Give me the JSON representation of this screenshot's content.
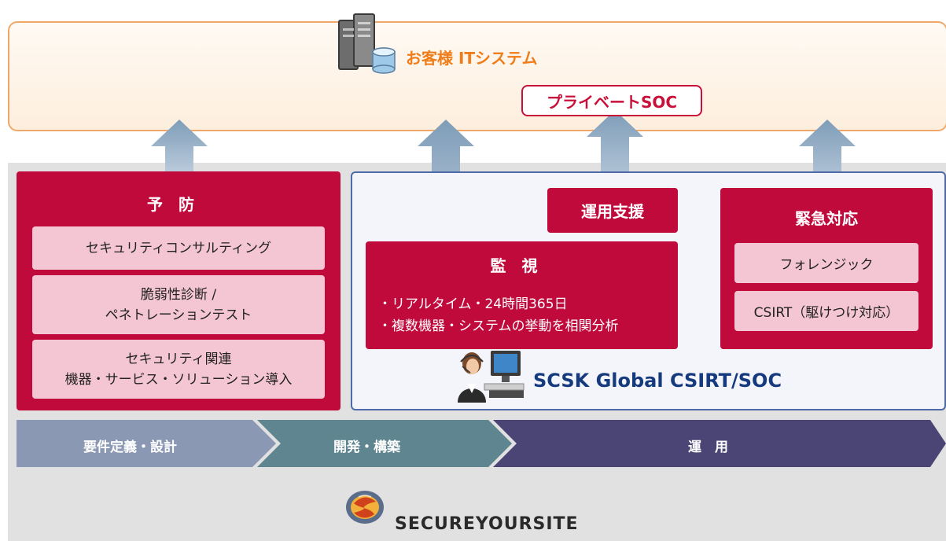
{
  "customer": {
    "title": "お客様 ITシステム",
    "private_soc": "プライベートSOC"
  },
  "prevention": {
    "title": "予防",
    "items": [
      {
        "lines": [
          "セキュリティコンサルティング"
        ]
      },
      {
        "lines": [
          "脆弱性診断 /",
          "ペネトレーションテスト"
        ]
      },
      {
        "lines": [
          "セキュリティ関連",
          "機器・サービス・ソリューション導入"
        ]
      }
    ]
  },
  "monitoring": {
    "title": "監視",
    "bullets": [
      "・リアルタイム・24時間365日",
      "・複数機器・システムの挙動を相関分析"
    ]
  },
  "support": {
    "label": "運用支援"
  },
  "emergency": {
    "title": "緊急対応",
    "items": [
      "フォレンジック",
      "CSIRT（駆けつけ対応）"
    ]
  },
  "soc_label": "SCSK Global CSIRT/SOC",
  "phases": [
    {
      "label": "要件定義・設計",
      "color": "#8b98b4"
    },
    {
      "label": "開発・構築",
      "color": "#5f8690"
    },
    {
      "label": "運　用",
      "color": "#4b4575"
    }
  ],
  "logo": {
    "text": "SECUREYOURSITE",
    "icon": "secureyoursite-logo-icon"
  },
  "icons": {
    "server": "server-database-icon",
    "operator": "operator-computer-icon"
  },
  "colors": {
    "brand_red": "#c00a3c",
    "orange": "#ef7d1a",
    "navy": "#163a7e",
    "pink": "#f4c6d3"
  }
}
